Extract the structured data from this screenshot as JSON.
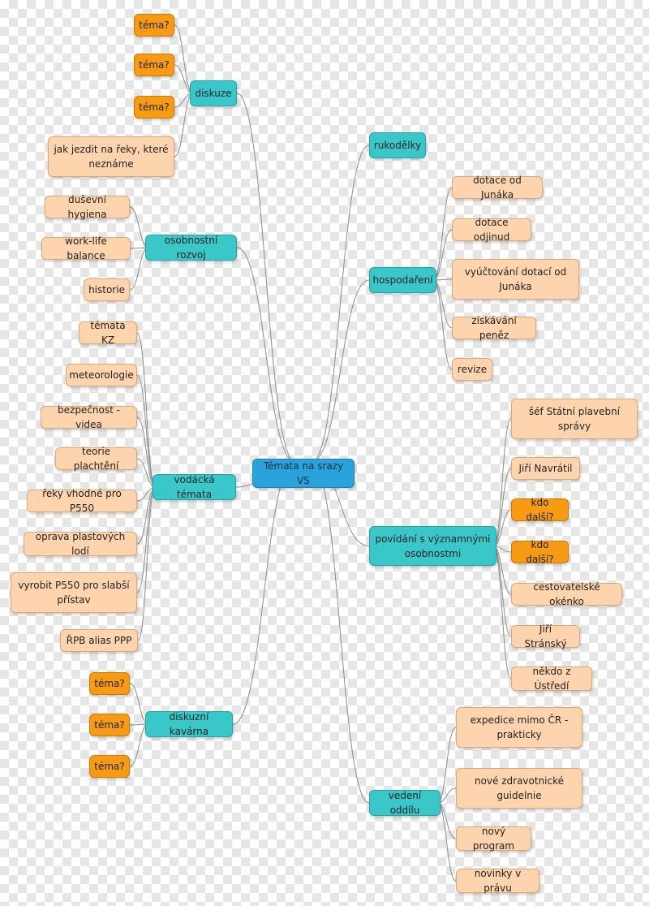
{
  "colors": {
    "root": "#2aa2dc",
    "branch": "#39c7c9",
    "leaf": "#fdd4ad",
    "placeholder": "#f79a14",
    "connector": "#8c8c8c"
  },
  "root": {
    "label": "Témata na srazy VS"
  },
  "left_branches": [
    {
      "label": "diskuze",
      "children": [
        "téma?",
        "téma?",
        "téma?",
        "jak jezdit na řeky, které neznáme"
      ]
    },
    {
      "label": "osobnostní rozvoj",
      "children": [
        "duševní hygiena",
        "work-life balance",
        "historie"
      ]
    },
    {
      "label": "vodácká témata",
      "children": [
        "témata KZ",
        "meteorologie",
        "bezpečnost - videa",
        "teorie plachtění",
        "řeky vhodné pro P550",
        "oprava plastových lodí",
        "vyrobit P550 pro slabší přístav",
        "ŘPB alias PPP"
      ]
    },
    {
      "label": "diskuzní kavárna",
      "children": [
        "téma?",
        "téma?",
        "téma?"
      ]
    }
  ],
  "right_branches": [
    {
      "label": "rukodělky",
      "children": []
    },
    {
      "label": "hospodaření",
      "children": [
        "dotace od Junáka",
        "dotace odjinud",
        "vyúčtování dotací od Junáka",
        "získávání peněz",
        "revize"
      ]
    },
    {
      "label": "povídání s významnými osobnostmi",
      "children": [
        "šéf Státní plavební správy",
        "Jiří Navrátil",
        "kdo další?",
        "kdo další?",
        "cestovatelské okénko",
        "Jiří Stránský",
        "někdo z Ústředí"
      ]
    },
    {
      "label": "vedení oddílu",
      "children": [
        "expedice mimo ČR - prakticky",
        "nové zdravotnické guidelnie",
        "nový program",
        "novinky v právu"
      ]
    }
  ]
}
